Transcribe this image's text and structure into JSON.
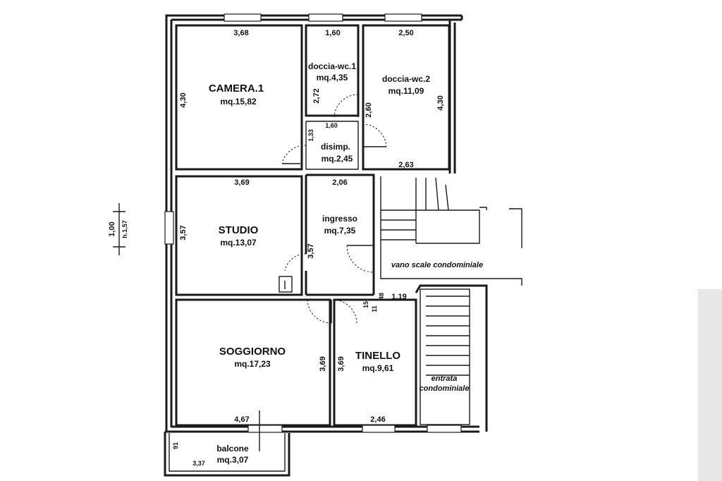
{
  "rooms": {
    "camera1": {
      "name": "CAMERA.1",
      "area": "mq.15,82"
    },
    "doccia1": {
      "name": "doccia-wc.1",
      "area": "mq.4,35"
    },
    "doccia2": {
      "name": "doccia-wc.2",
      "area": "mq.11,09"
    },
    "disimp": {
      "name": "disimp.",
      "area": "mq.2,45"
    },
    "studio": {
      "name": "STUDIO",
      "area": "mq.13,07"
    },
    "ingresso": {
      "name": "ingresso",
      "area": "mq.7,35"
    },
    "soggiorno": {
      "name": "SOGGIORNO",
      "area": "mq.17,23"
    },
    "tinello": {
      "name": "TINELLO",
      "area": "mq.9,61"
    },
    "balcone": {
      "name": "balcone",
      "area": "mq.3,07"
    }
  },
  "labels": {
    "vano_scale": "vano scale condominiale",
    "entrata_1": "entrata",
    "entrata_2": "condominiale"
  },
  "dimensions": {
    "camera_w": "3,68",
    "camera_h": "4,30",
    "doccia1_w": "1,60",
    "doccia1_h": "2,72",
    "doccia2_w": "2,50",
    "doccia2_h": "4,30",
    "doccia2_h2": "2,60",
    "doccia2_bottom": "2,63",
    "disimp_w": "1,60",
    "disimp_h": "1,33",
    "studio_w": "3,69",
    "studio_h": "3,57",
    "ingresso_w": "2,06",
    "ingresso_h": "3,57",
    "soggiorno_h": "3,69",
    "soggiorno_bottom": "4,67",
    "tinello_h": "3,69",
    "tinello_top": "1,19",
    "tinello_bottom": "2,46",
    "small_48": "48",
    "small_15": "15",
    "small_11": "11",
    "balcone_h": "91",
    "balcone_w": "3,37",
    "window_h": "1,00",
    "window_sill": "h.1,57"
  }
}
